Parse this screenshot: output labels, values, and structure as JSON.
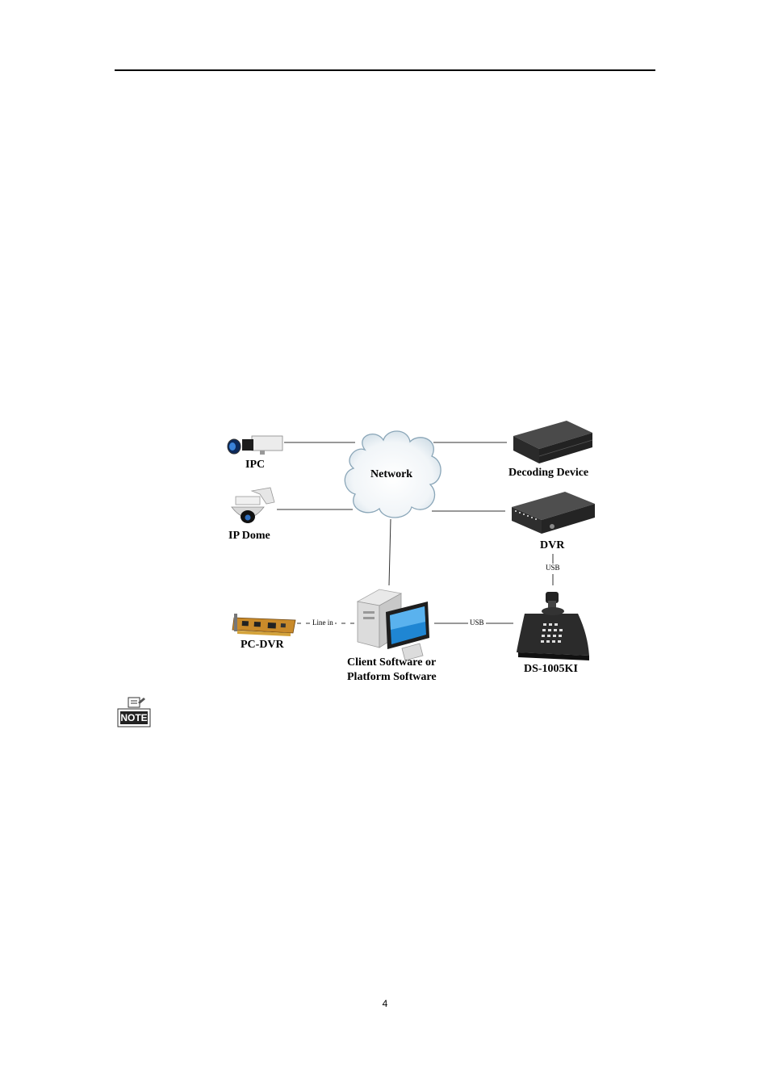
{
  "diagram": {
    "network_label": "Network",
    "nodes": {
      "ipc": "IPC",
      "ip_dome": "IP Dome",
      "decoding_device": "Decoding Device",
      "dvr": "DVR",
      "pc_dvr": "PC-DVR",
      "client_line1": "Client Software or",
      "client_line2": "Platform Software",
      "keyboard": "DS-1005KI"
    },
    "links": {
      "line_in": "Line in",
      "usb_pc": "USB",
      "usb_dvr": "USB"
    }
  },
  "note_icon_text": "NOTE",
  "page_number": "4"
}
